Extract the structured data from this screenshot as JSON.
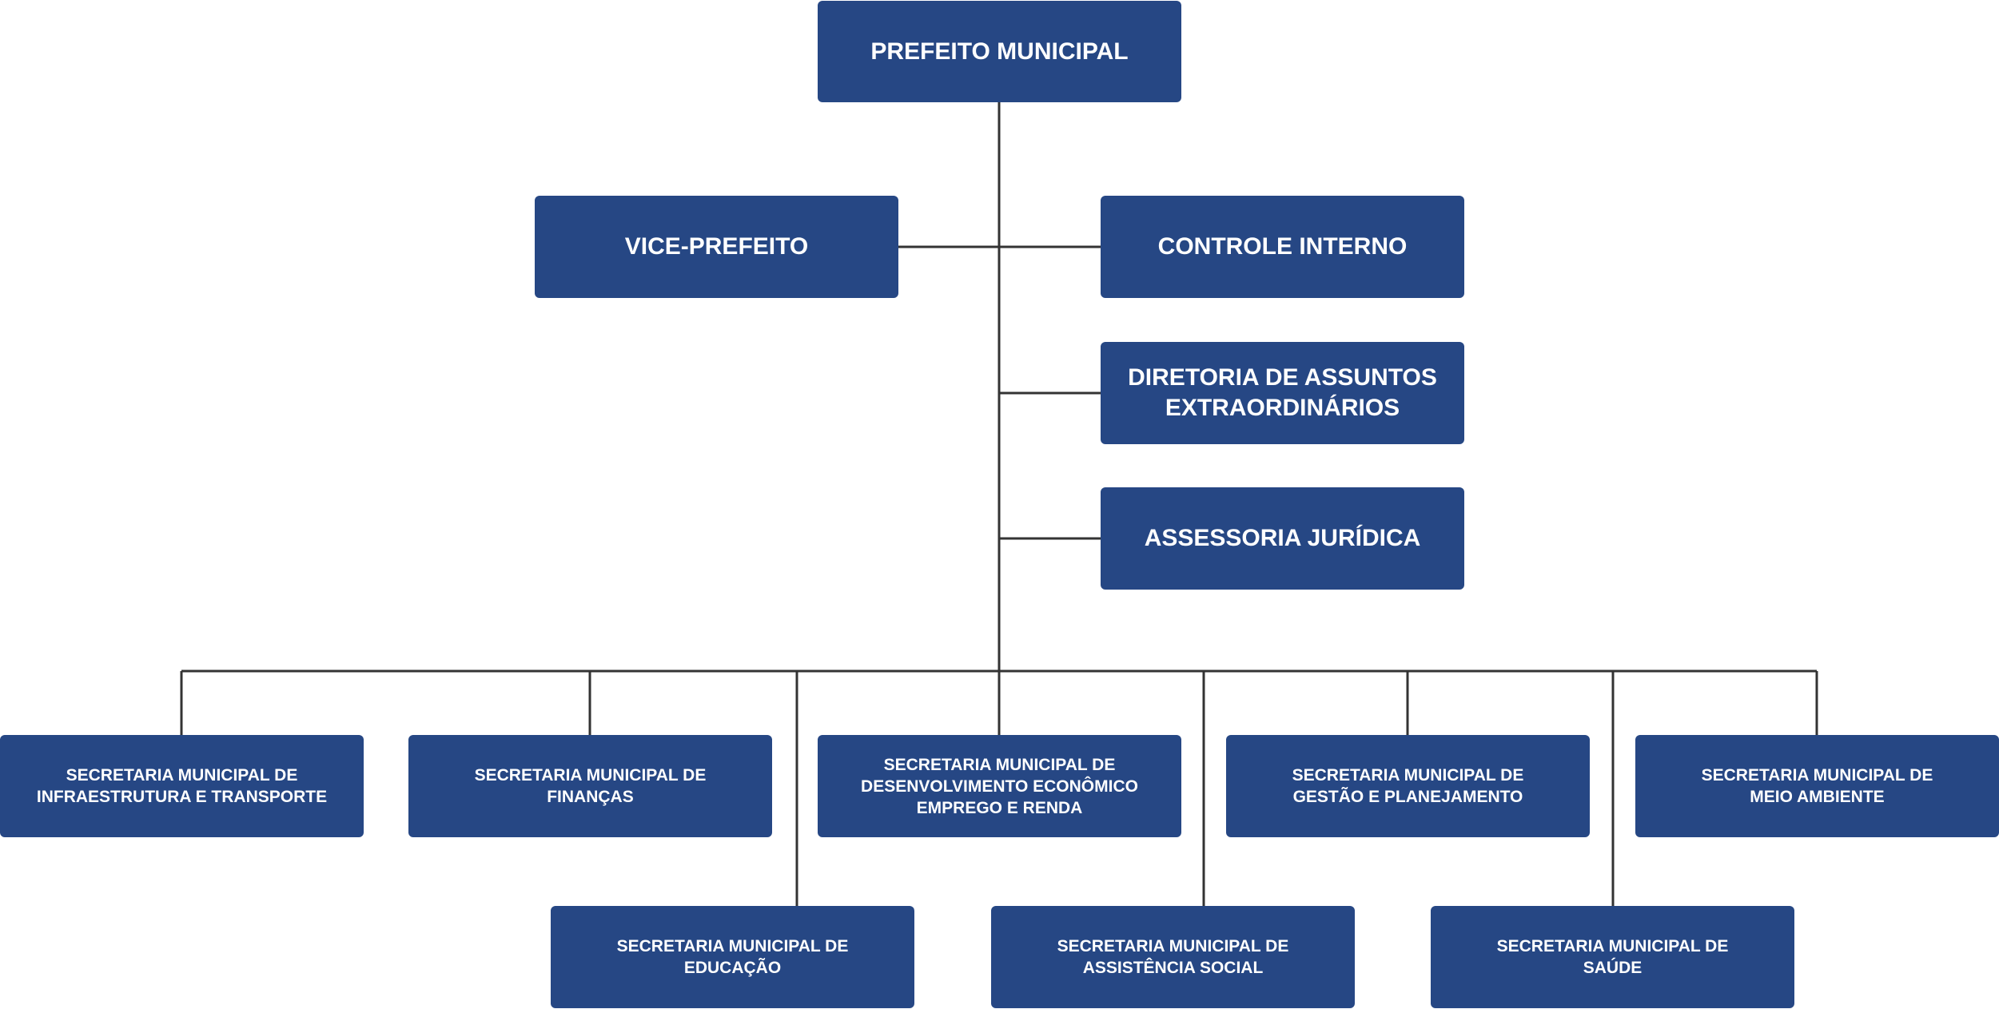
{
  "colors": {
    "box": "#264784",
    "line": "#333333",
    "text": "#ffffff"
  },
  "mayor": "PREFEITO MUNICIPAL",
  "vice_mayor": "VICE-PREFEITO",
  "internal_control": "CONTROLE INTERNO",
  "extraordinary_affairs": "DIRETORIA DE ASSUNTOS\nEXTRAORDINÁRIOS",
  "legal_advisory": "ASSESSORIA JURÍDICA",
  "secretariats": {
    "infrastructure": "SECRETARIA MUNICIPAL DE\nINFRAESTRUTURA E TRANSPORTE",
    "finance": "SECRETARIA MUNICIPAL DE\nFINANÇAS",
    "economic_development": "SECRETARIA MUNICIPAL DE\nDESENVOLVIMENTO ECONÔMICO\nEMPREGO E RENDA",
    "management": "SECRETARIA MUNICIPAL DE\nGESTÃO E PLANEJAMENTO",
    "environment": "SECRETARIA MUNICIPAL DE\nMEIO AMBIENTE",
    "education": "SECRETARIA MUNICIPAL DE\nEDUCAÇÃO",
    "social_assistance": "SECRETARIA MUNICIPAL DE\nASSISTÊNCIA SOCIAL",
    "health": "SECRETARIA MUNICIPAL DE\nSAÚDE"
  }
}
